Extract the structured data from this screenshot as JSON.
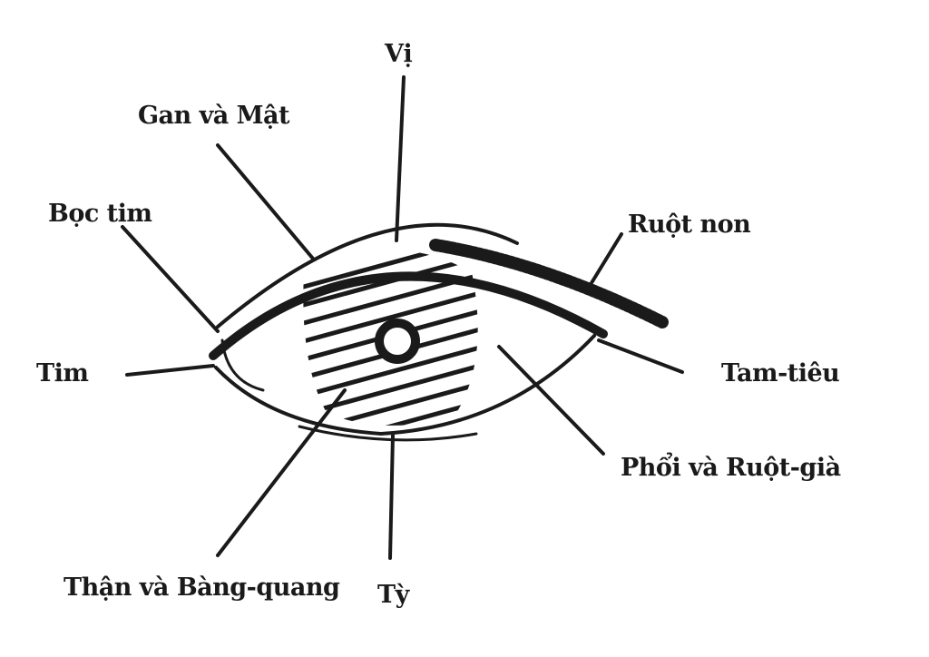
{
  "title": "Eye zone diagram",
  "colors": {
    "ink": "#1a1a1a",
    "background": "#ffffff"
  },
  "labels": {
    "vi": "Vị",
    "gan_mat": "Gan và Mật",
    "boc_tim": "Bọc tim",
    "ruot_non": "Ruột non",
    "tim": "Tim",
    "tam_tieu": "Tam-tiêu",
    "phoi_ruot_gia": "Phổi và Ruột-già",
    "than_bang_quang": "Thận và Bàng-quang",
    "ty": "Tỳ"
  }
}
